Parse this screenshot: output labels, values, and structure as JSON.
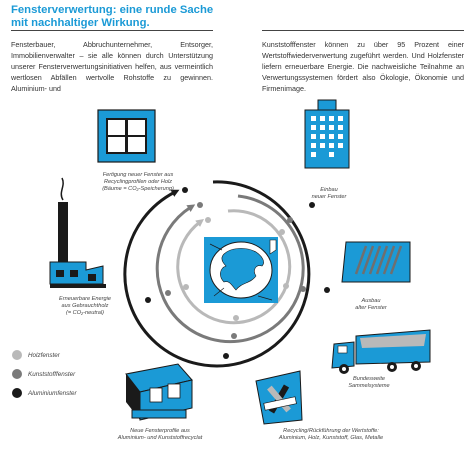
{
  "heading": {
    "title": "Fensterverwertung: eine runde Sache\nmit nachhaltiger Wirkung."
  },
  "intro": {
    "left": "Fensterbauer, Abbruchunternehmer, Entsorger, Immobilienverwalter – sie alle können durch Unterstützung unserer Fensterverwertungsinitiativen helfen, aus vermeintlich wertlosen Abfällen wertvolle Rohstoffe zu gewinnen. Aluminium- und",
    "right": "Kunststofffenster können zu über 95 Prozent einer Wertstoffwiederverwertung zugeführt werden. Und Holzfenster liefern erneuerbare Energie. Die nachweisliche Teilnahme an Verwertungssystemen fördert also Ökologie, Ökonomie und Firmenimage."
  },
  "captions": {
    "fertigung": "Fertigung neuer Fenster aus\nRecyclingprofilen oder Holz\n(Bäume = CO₂-Speicherung)",
    "einbau": "Einbau\nneuer Fenster",
    "energie": "Erneuerbare Energie\naus Gebrauchtholz\n(= CO₂-neutral)",
    "ausbau": "Ausbau\nalter Fenster",
    "sammel": "Bundesweite\nSammelsysteme",
    "profile": "Neue Fensterprofile aus\nAluminium- und Kunststoffrecyclat",
    "recycling": "Recycling/Rückführung der Wertstoffe:\nAluminium, Holz, Kunststoff, Glas, Metalle"
  },
  "legend": [
    {
      "label": "Holzfenster",
      "color": "#b9b9b9"
    },
    {
      "label": "Kunststofffenster",
      "color": "#7a7a7a"
    },
    {
      "label": "Aluminiumfenster",
      "color": "#1a1a1a"
    }
  ],
  "colors": {
    "accent": "#1b9ad6",
    "dark": "#1a1a1a",
    "mid": "#7a7a7a",
    "light": "#b9b9b9"
  },
  "icons": [
    "window-icon",
    "office-building-icon",
    "factory-icon",
    "removed-windows-icon",
    "truck-icon",
    "profile-icon",
    "recycling-icon",
    "globe-icon"
  ]
}
